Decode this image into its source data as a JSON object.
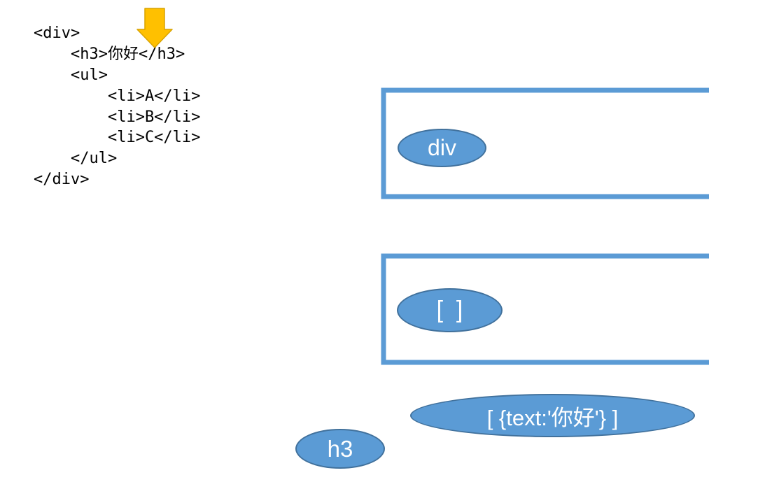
{
  "code": {
    "lines": [
      "<div>",
      "    <h3>你好</h3>",
      "    <ul>",
      "        <li>A</li>",
      "        <li>B</li>",
      "        <li>C</li>",
      "    </ul>",
      "</div>"
    ]
  },
  "nodes": {
    "div_label": "div",
    "children_label": "[  ]",
    "text_children_label": "[ {text:'你好'} ]",
    "h3_label": "h3"
  },
  "icons": {
    "pointer": "arrow-down-icon"
  },
  "colors": {
    "node_fill": "#5b9bd5",
    "node_stroke": "#41719c",
    "frame_stroke": "#5b9bd5",
    "arrow_fill": "#ffc000",
    "arrow_stroke": "#d9a300"
  }
}
